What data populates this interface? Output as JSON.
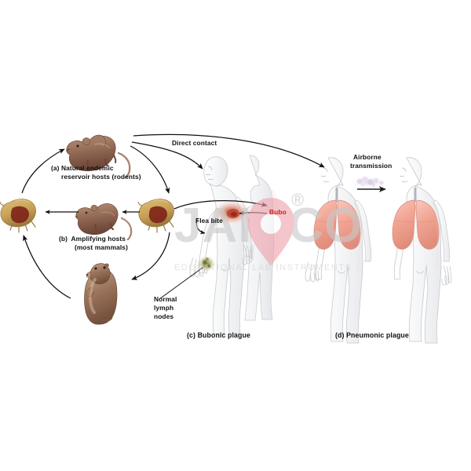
{
  "figure": {
    "title_semantic": "plague-transmission-cycle-diagram",
    "background_color": "#ffffff"
  },
  "labels": {
    "a_reservoir_line1": "(a) Natural endemic",
    "a_reservoir_line2": "reservoir hosts (rodents)",
    "b_amplifying_line1": "(b)  Amplifying hosts",
    "b_amplifying_line2": "(most mammals)",
    "direct_contact": "Direct contact",
    "flea_bite": "Flea bite",
    "bubo": "Bubo",
    "normal_lymph_line1": "Normal",
    "normal_lymph_line2": "lymph",
    "normal_lymph_line3": "nodes",
    "airborne_line1": "Airborne",
    "airborne_line2": "transmission",
    "c_bubonic": "(c) Bubonic plague",
    "d_pneumonic": "(d) Pneumonic plague"
  },
  "watermark": {
    "brand": "JAINCO",
    "tagline": "EDUCATIONAL LAB INSTRUMENTS",
    "registered_mark": "®",
    "brand_color": "#c9c9c9",
    "pin_color": "#f0a3ad",
    "tagline_color": "#d6d6d6"
  },
  "colors": {
    "accent_red": "#d01a16",
    "lung_pink": "#f2a392",
    "lung_pink_light": "#f7c3b6",
    "body_outline": "#c7c9ce",
    "body_fill": "#f4f5f7",
    "rodent_brown": "#8d6450",
    "rodent_brown_light": "#b08b72",
    "flea_gold": "#cfa85c",
    "flea_dark": "#7d2218",
    "bubo_red": "#d4644a",
    "lymph_olive": "#8d8f3d",
    "arrow_black": "#111111",
    "aerosol_violet": "#cfc0d8"
  },
  "elements": {
    "rodent_top": "rat-top",
    "rodent_middle": "rat-middle",
    "flea_left": "flea-left",
    "flea_right": "flea-right",
    "prairie_dog": "prairie-dog",
    "human_bubonic_front": "human-figure-bubonic-front",
    "human_bubonic_back": "human-figure-bubonic-back",
    "human_pneumonic_left": "human-figure-pneumonic-left",
    "human_pneumonic_right": "human-figure-pneumonic-right"
  },
  "chart_data": {
    "type": "diagram",
    "title": "Plague transmission cycle",
    "nodes": [
      {
        "id": "a",
        "label": "(a) Natural endemic reservoir hosts (rodents)",
        "glyph": "rat"
      },
      {
        "id": "b",
        "label": "(b) Amplifying hosts (most mammals)",
        "glyph": "rat"
      },
      {
        "id": "flea-left",
        "label": "flea",
        "glyph": "flea"
      },
      {
        "id": "flea-right",
        "label": "flea",
        "glyph": "flea"
      },
      {
        "id": "prairie-dog",
        "label": "prairie dog",
        "glyph": "rodent"
      },
      {
        "id": "c",
        "label": "(c) Bubonic plague",
        "glyph": "human"
      },
      {
        "id": "d",
        "label": "(d) Pneumonic plague",
        "glyph": "human-pair"
      }
    ],
    "edges": [
      {
        "from": "a",
        "to": "c",
        "label": "Direct contact"
      },
      {
        "from": "a",
        "to": "d",
        "label": "Direct contact"
      },
      {
        "from": "flea-right",
        "to": "c",
        "label": "Flea bite"
      },
      {
        "from": "b",
        "to": "flea-left",
        "label": ""
      },
      {
        "from": "flea-right",
        "to": "b",
        "label": ""
      },
      {
        "from": "flea-left",
        "to": "prairie-dog",
        "label": ""
      },
      {
        "from": "prairie-dog",
        "to": "flea-right",
        "label": ""
      },
      {
        "from": "flea-left",
        "to": "a",
        "label": ""
      },
      {
        "from": "a",
        "to": "flea-right",
        "label": ""
      },
      {
        "from": "pneumonic-left",
        "to": "pneumonic-right",
        "label": "Airborne transmission"
      }
    ]
  }
}
